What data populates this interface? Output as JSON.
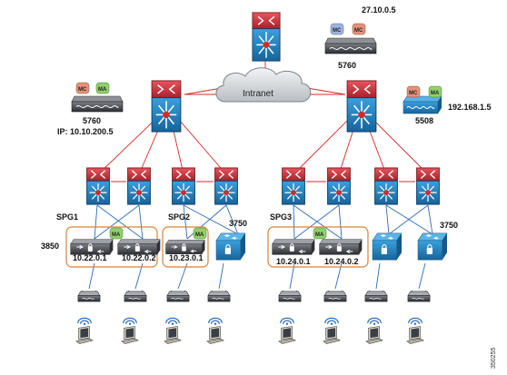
{
  "cloud": {
    "label": "Intranet"
  },
  "controllers": {
    "top": {
      "ip": "27.10.0.5",
      "model": "5760"
    },
    "left": {
      "model": "5760",
      "ip": "IP: 10.10.200.5"
    },
    "right": {
      "model": "5508",
      "ip": "192.168.1.5"
    }
  },
  "badges": {
    "mc": "MC",
    "ma": "MA"
  },
  "spg_labels": [
    "SPG1",
    "SPG2",
    "SPG3"
  ],
  "stack_labels": {
    "s3850": "3850",
    "s3750_a": "3750",
    "s3750_b": "3750"
  },
  "switch_ips": [
    "10.22.0.1",
    "10.22.0.2",
    "10.23.0.1",
    "10.24.0.1",
    "10.24.0.2"
  ],
  "figure_id": "350255",
  "colors": {
    "router_red": "#c8313b",
    "switch_blue": "#1f7fbf",
    "link_red": "#d42a2a",
    "link_blue": "#2f6db5",
    "group_orange": "#d9823b"
  }
}
